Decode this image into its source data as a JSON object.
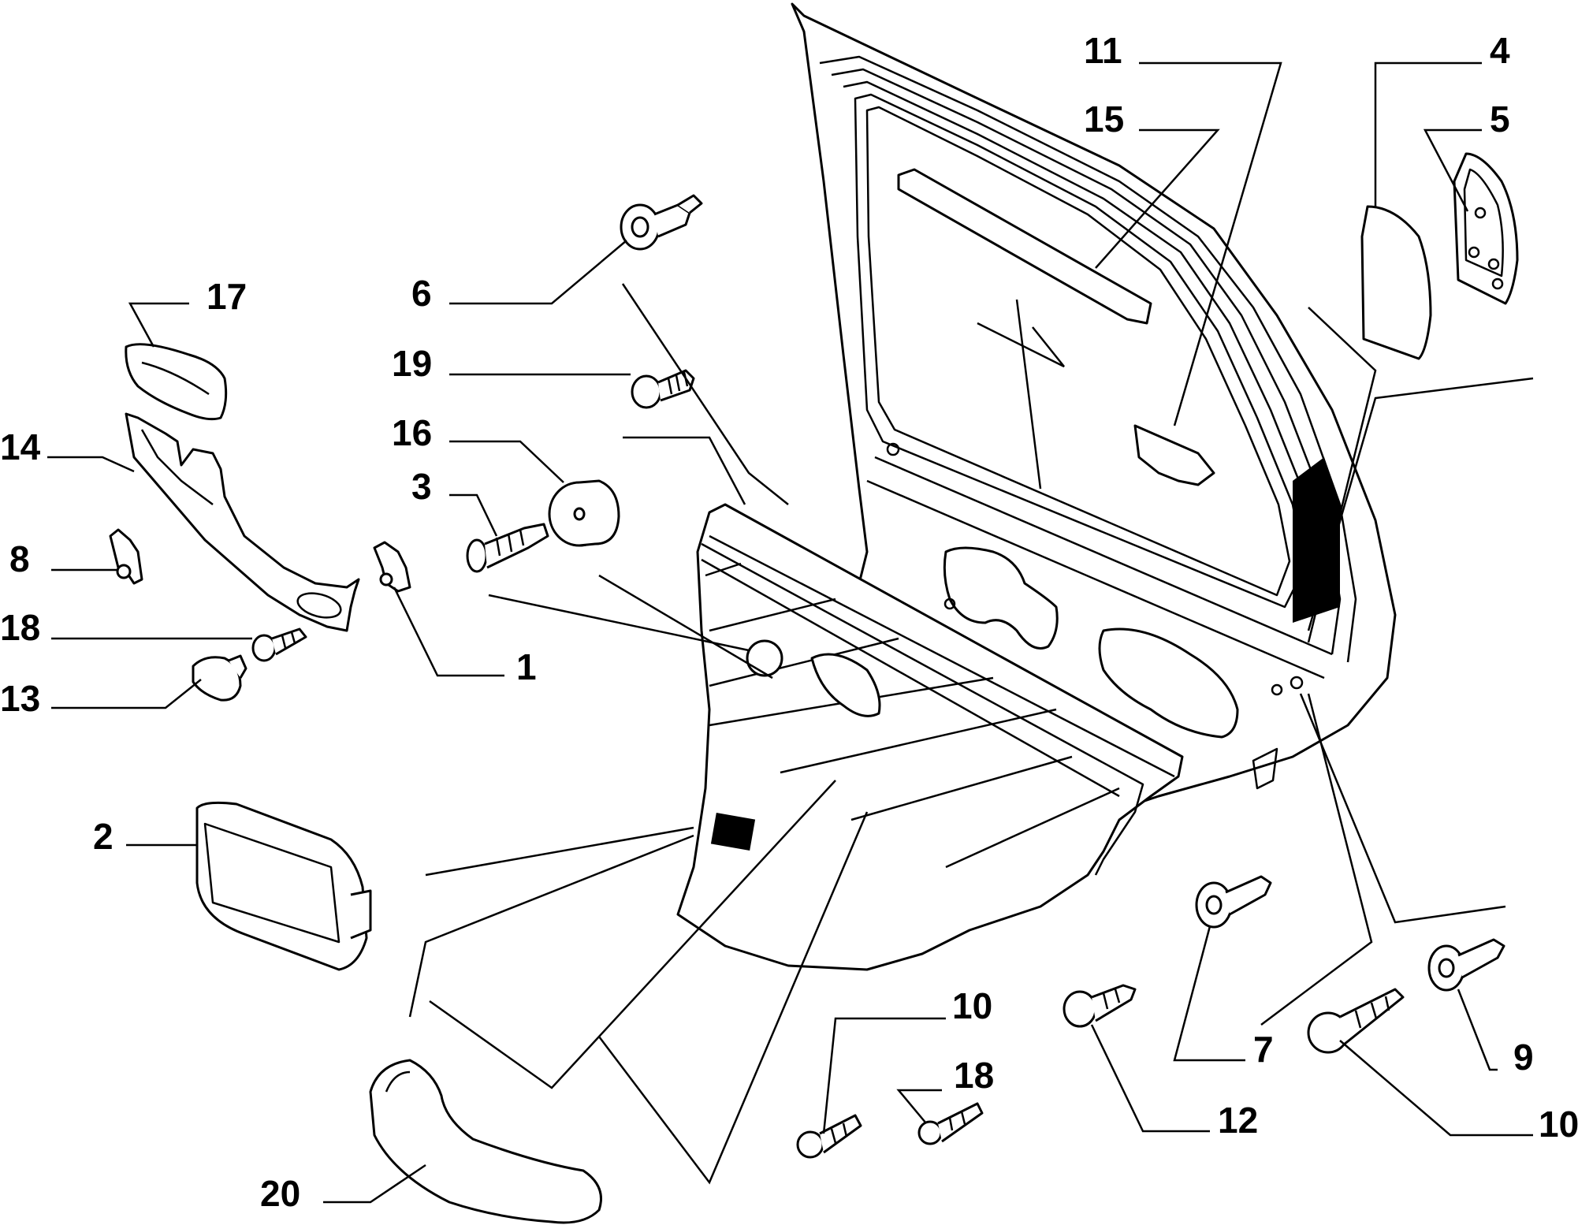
{
  "callouts": {
    "c1": "1",
    "c2": "2",
    "c3": "3",
    "c4": "4",
    "c5": "5",
    "c6": "6",
    "c7": "7",
    "c8": "8",
    "c9": "9",
    "c10a": "10",
    "c10b": "10",
    "c11": "11",
    "c12": "12",
    "c13": "13",
    "c14": "14",
    "c15": "15",
    "c16": "16",
    "c17": "17",
    "c18a": "18",
    "c18b": "18",
    "c19": "19",
    "c20": "20"
  }
}
